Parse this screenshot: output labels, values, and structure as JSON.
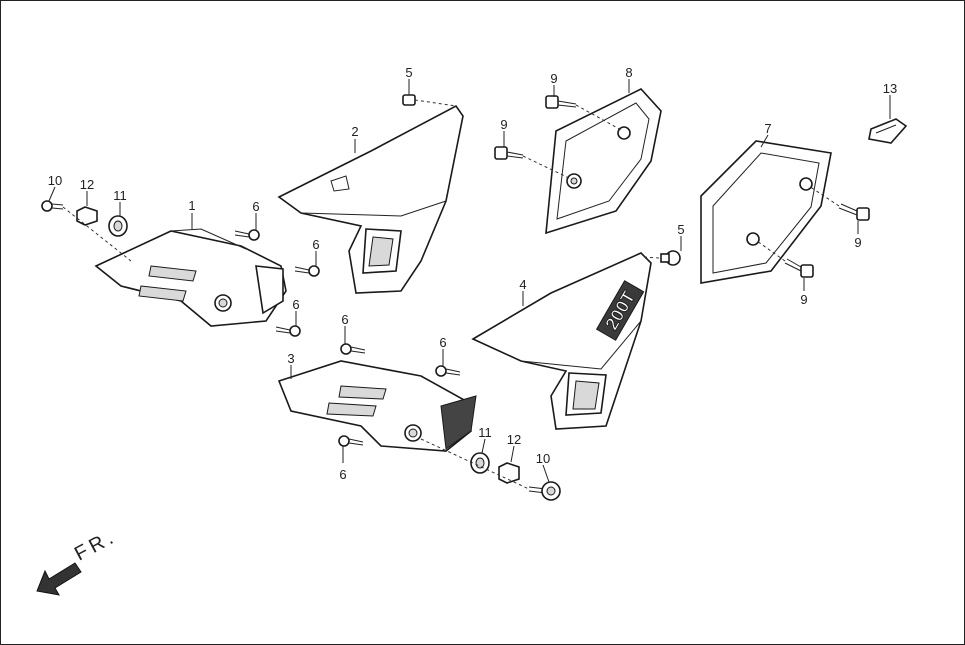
{
  "diagram": {
    "callouts": {
      "c1": "1",
      "c2": "2",
      "c3": "3",
      "c4": "4",
      "c5a": "5",
      "c5b": "5",
      "c6a": "6",
      "c6b": "6",
      "c6c": "6",
      "c6d": "6",
      "c6e": "6",
      "c6f": "6",
      "c7": "7",
      "c8": "8",
      "c9a": "9",
      "c9b": "9",
      "c9c": "9",
      "c9d": "9",
      "c10a": "10",
      "c10b": "10",
      "c11a": "11",
      "c11b": "11",
      "c12a": "12",
      "c12b": "12",
      "c13": "13"
    },
    "direction_label": "FR.",
    "part_badge": "200T"
  }
}
